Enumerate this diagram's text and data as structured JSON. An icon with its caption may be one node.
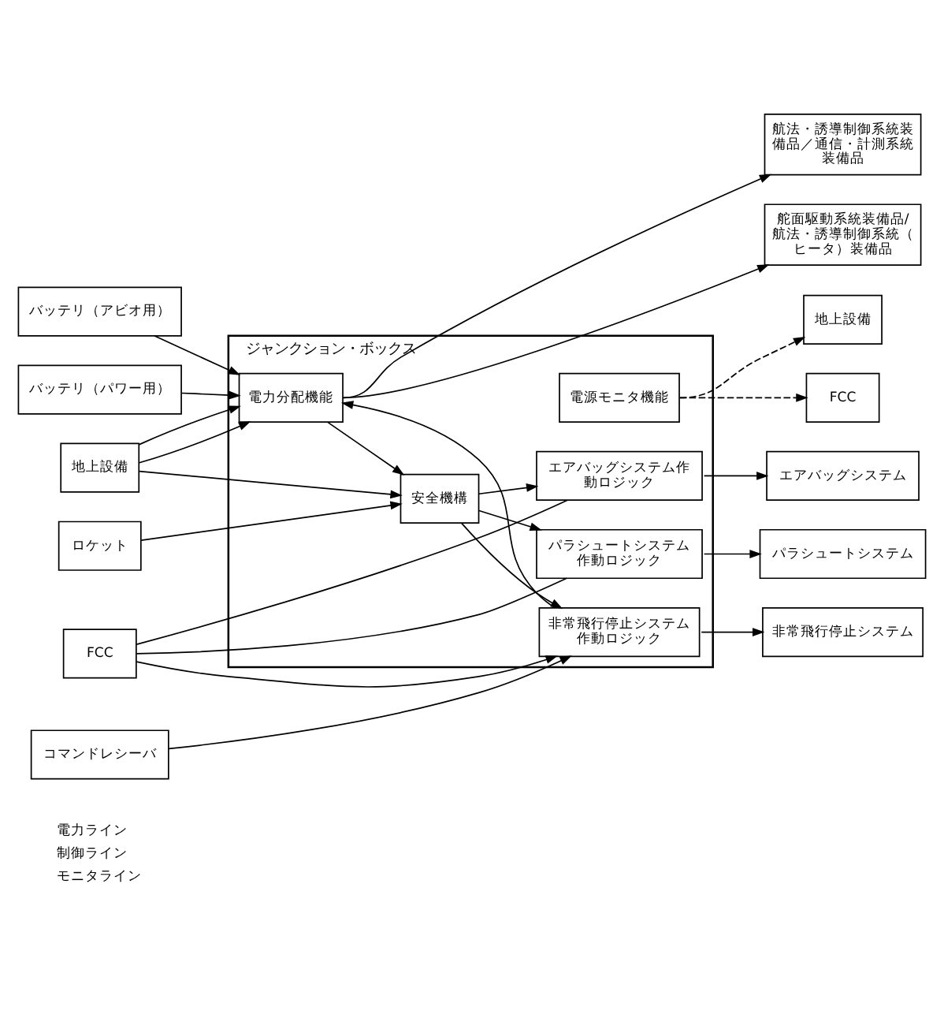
{
  "diagram": {
    "nodes": [
      {
        "text": [
          "ジャンクション・ボックス"
        ]
      },
      {
        "text": [
          "電力分配機能"
        ],
        "in": 0
      },
      {
        "text": [
          "電源モニタ機能"
        ],
        "in": 0
      },
      {
        "text": [
          "安全機構"
        ],
        "in": 0
      },
      {
        "text": [
          "エアバッグシステム作動ロジック"
        ],
        "in": 0
      },
      {
        "text": [
          "パラシュートシステム作動ロジック"
        ],
        "in": 0
      },
      {
        "text": [
          "非常飛行停止システム作動ロジック"
        ],
        "in": 0
      },
      {
        "text": [
          "航法・誘導制御系統装備品／通信・計測系統装備品"
        ]
      },
      {
        "text": [
          "舵面駆動系統装備品/航法・誘導制御系統（ヒータ）装備品"
        ]
      },
      {
        "text": [
          "地上設備"
        ]
      },
      {
        "text": [
          "FCC"
        ]
      },
      {
        "text": [
          "エアバッグシステム"
        ]
      },
      {
        "text": [
          "パラシュートシステム"
        ]
      },
      {
        "text": [
          "非常飛行停止システム"
        ]
      },
      {
        "text": [
          "バッテリ（アビオ用）"
        ]
      },
      {
        "text": [
          "バッテリ（パワー用）"
        ]
      },
      {
        "text": [
          "地上設備"
        ]
      },
      {
        "text": [
          "ロケット"
        ]
      },
      {
        "text": [
          "FCC"
        ]
      },
      {
        "text": [
          "コマンドレシーバ"
        ]
      }
    ],
    "edges": [
      {
        "from": 14,
        "to": 1,
        "arrow": "to"
      },
      {
        "from": 15,
        "to": 1,
        "arrow": "to"
      },
      {
        "from": 16,
        "to": 1,
        "arrow": "to"
      },
      {
        "from": 16,
        "to": 1,
        "arrow": "to"
      },
      {
        "from": 16,
        "to": 3,
        "arrow": "to"
      },
      {
        "from": 17,
        "to": 3,
        "arrow": "to"
      },
      {
        "from": 1,
        "to": 3,
        "arrow": "to"
      },
      {
        "from": 1,
        "to": 7,
        "arrow": "to"
      },
      {
        "from": 1,
        "to": 8,
        "arrow": "to"
      },
      {
        "from": 2,
        "to": 9,
        "arrow": "to",
        "style": "dashed"
      },
      {
        "from": 2,
        "to": 10,
        "arrow": "to",
        "style": "dashed"
      },
      {
        "from": 3,
        "to": 4,
        "arrow": "to"
      },
      {
        "from": 3,
        "to": 5,
        "arrow": "to"
      },
      {
        "from": 3,
        "to": 6,
        "arrow": "to"
      },
      {
        "from": 18,
        "to": 4,
        "arrow": "none"
      },
      {
        "from": 18,
        "to": 5,
        "arrow": "none"
      },
      {
        "from": 18,
        "to": 6,
        "arrow": "to"
      },
      {
        "from": 19,
        "to": 6,
        "arrow": "to"
      },
      {
        "from": 6,
        "to": 1,
        "arrow": "to"
      },
      {
        "from": 4,
        "to": 11,
        "arrow": "to"
      },
      {
        "from": 5,
        "to": 12,
        "arrow": "to"
      },
      {
        "from": 6,
        "to": 13,
        "arrow": "to"
      }
    ],
    "legend": [
      {
        "text": "電力ライン"
      },
      {
        "text": "制御ライン"
      },
      {
        "text": "モニタライン"
      }
    ]
  }
}
